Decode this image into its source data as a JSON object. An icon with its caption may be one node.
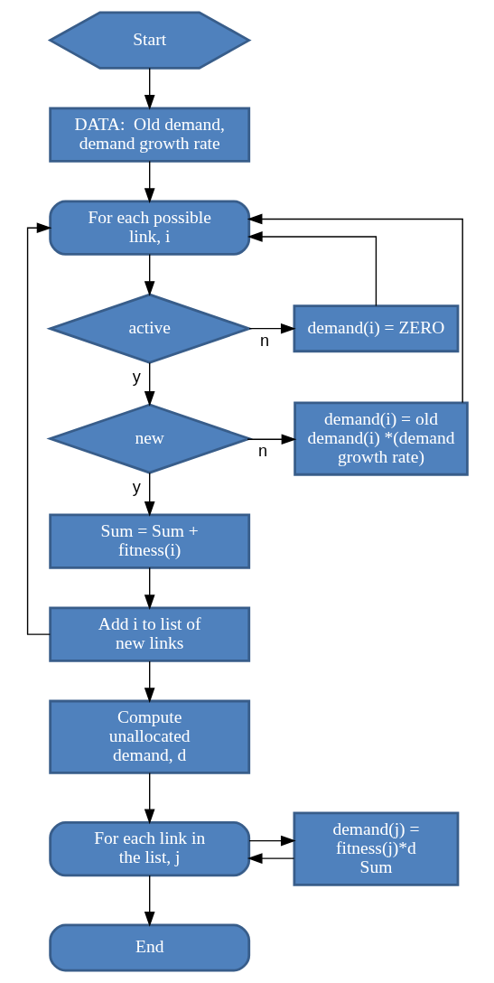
{
  "diagram": {
    "nodes": [
      {
        "text": [
          "Start"
        ]
      },
      {
        "text": [
          "DATA:  Old demand, demand growth rate"
        ]
      },
      {
        "text": [
          "For each possible link, i"
        ]
      },
      {
        "text": [
          "active"
        ]
      },
      {
        "text": [
          "demand(i) = ZERO"
        ]
      },
      {
        "text": [
          "new"
        ]
      },
      {
        "text": [
          "demand(i) = old demand(i) *(demand growth rate)"
        ]
      },
      {
        "text": [
          "Sum = Sum + fitness(i)"
        ]
      },
      {
        "text": [
          "Add i to list of new links"
        ]
      },
      {
        "text": [
          "Compute unallocated demand, d"
        ]
      },
      {
        "text": [
          "For each link in the list, j"
        ]
      },
      {
        "text": [
          "demand(j) =",
          "fitness(j)*d",
          "Sum"
        ]
      },
      {
        "text": [
          "End"
        ]
      }
    ],
    "edges": [
      {
        "from": 0,
        "to": 1,
        "arrow": "to"
      },
      {
        "from": 1,
        "to": 2,
        "arrow": "to"
      },
      {
        "from": 2,
        "to": 3,
        "arrow": "to"
      },
      {
        "from": 3,
        "to": 4,
        "arrow": "to",
        "label": "n"
      },
      {
        "from": 3,
        "to": 5,
        "arrow": "to",
        "label": "y"
      },
      {
        "from": 5,
        "to": 6,
        "arrow": "to",
        "label": "n"
      },
      {
        "from": 5,
        "to": 7,
        "arrow": "to",
        "label": "y"
      },
      {
        "from": 4,
        "to": 2,
        "arrow": "to"
      },
      {
        "from": 6,
        "to": 2,
        "arrow": "to"
      },
      {
        "from": 7,
        "to": 8,
        "arrow": "to"
      },
      {
        "from": 8,
        "to": 2,
        "arrow": "to"
      },
      {
        "from": 8,
        "to": 9,
        "arrow": "to"
      },
      {
        "from": 9,
        "to": 10,
        "arrow": "to"
      },
      {
        "from": 10,
        "to": 11,
        "arrow": "to"
      },
      {
        "from": 11,
        "to": 10,
        "arrow": "to"
      },
      {
        "from": 10,
        "to": 12,
        "arrow": "to"
      }
    ]
  }
}
